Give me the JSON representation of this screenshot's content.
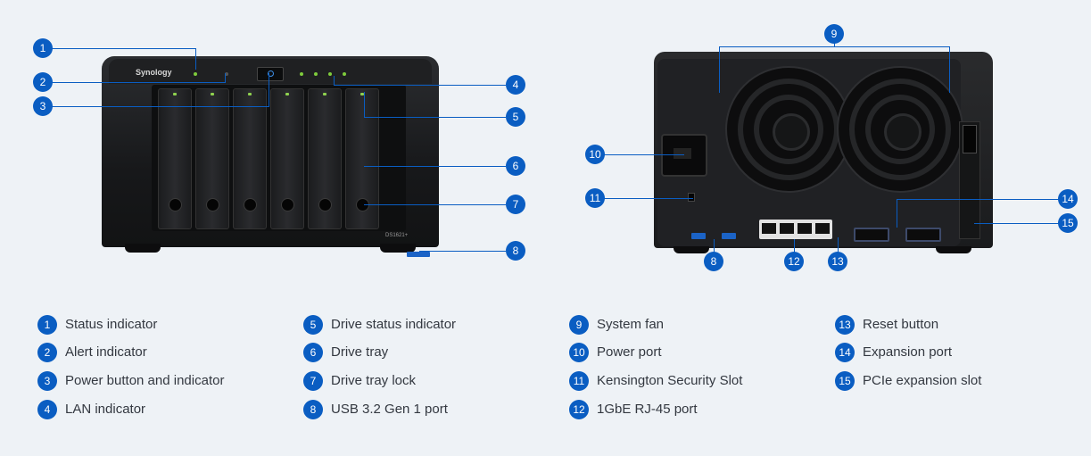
{
  "front": {
    "brand": "Synology",
    "model": "DS1621+"
  },
  "callouts": [
    "1",
    "2",
    "3",
    "4",
    "5",
    "6",
    "7",
    "8",
    "9",
    "10",
    "11",
    "12",
    "13",
    "14",
    "15"
  ],
  "legend": [
    {
      "n": "1",
      "label": "Status indicator"
    },
    {
      "n": "2",
      "label": "Alert indicator"
    },
    {
      "n": "3",
      "label": "Power button and indicator"
    },
    {
      "n": "4",
      "label": "LAN indicator"
    },
    {
      "n": "5",
      "label": "Drive status indicator"
    },
    {
      "n": "6",
      "label": "Drive tray"
    },
    {
      "n": "7",
      "label": "Drive tray lock"
    },
    {
      "n": "8",
      "label": "USB 3.2 Gen 1 port"
    },
    {
      "n": "9",
      "label": "System fan"
    },
    {
      "n": "10",
      "label": "Power port"
    },
    {
      "n": "11",
      "label": "Kensington Security Slot"
    },
    {
      "n": "12",
      "label": "1GbE RJ-45 port"
    },
    {
      "n": "13",
      "label": "Reset button"
    },
    {
      "n": "14",
      "label": "Expansion port"
    },
    {
      "n": "15",
      "label": "PCIe expansion slot"
    }
  ],
  "colors": {
    "accent": "#0a5dc2",
    "background": "#eef2f6"
  }
}
